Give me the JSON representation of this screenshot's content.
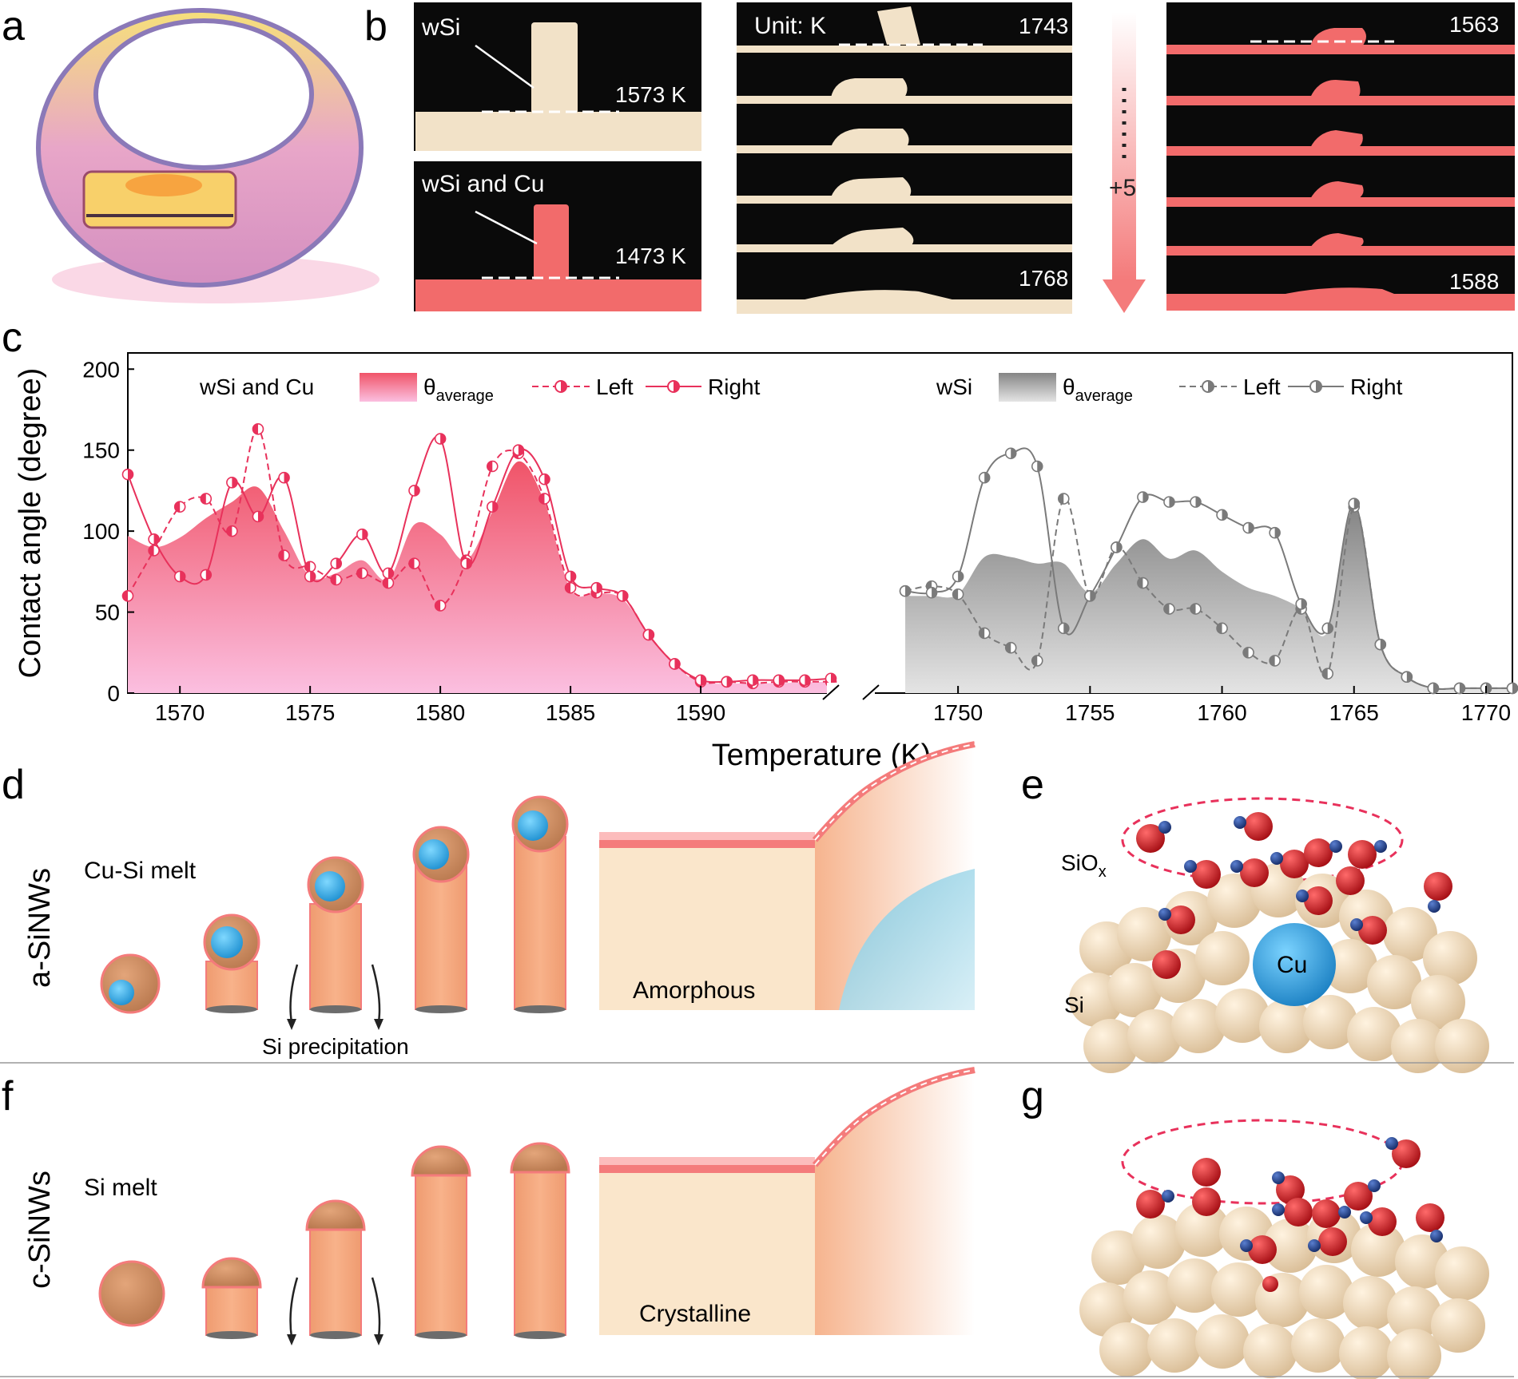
{
  "panels": {
    "a": "a",
    "b": "b",
    "c": "c",
    "d": "d",
    "e": "e",
    "f": "f",
    "g": "g"
  },
  "panel_b": {
    "frame1_label": "wSi",
    "frame1_temp": "1573 K",
    "frame2_label": "wSi and Cu",
    "frame2_temp": "1473 K",
    "unit_label": "Unit: K",
    "series1_top": "1743",
    "series1_bottom": "1768",
    "step_label": "+5",
    "series2_top": "1563",
    "series2_bottom": "1588"
  },
  "colors": {
    "cu_line": "#e8315b",
    "cu_fill_top": "#f06070",
    "cu_fill_bottom": "#fbb8dd",
    "wsi_line": "#7a7a7a",
    "wsi_fill_top": "#8a8a8a",
    "wsi_fill_bottom": "#e0e0e0",
    "droplet_cu": "#f26b6b",
    "droplet_wsi": "#f2e2c8",
    "frame_bg": "#0a0a0a",
    "nanowire": "#f4a67a",
    "cap": "#c98a5e",
    "cu_atom": "#33a8dc",
    "si_atom": "#efd9b8",
    "o_atom": "#d8141c",
    "h_atom": "#1e3f8a"
  },
  "chart_data": {
    "type": "line",
    "ylabel": "Contact angle (degree)",
    "xlabel": "Temperature (K)",
    "ylim": [
      0,
      210
    ],
    "yticks": [
      0,
      50,
      100,
      150,
      200
    ],
    "broken_x_axis": true,
    "segments": [
      {
        "xlim": [
          1568,
          1595
        ],
        "xticks": [
          1570,
          1575,
          1580,
          1585,
          1590
        ]
      },
      {
        "xlim": [
          1747,
          1771
        ],
        "xticks": [
          1750,
          1755,
          1760,
          1765,
          1770
        ]
      }
    ],
    "legends": [
      {
        "group": "wSi and Cu",
        "entries": [
          "θaverage",
          "Left",
          "Right"
        ]
      },
      {
        "group": "wSi",
        "entries": [
          "θaverage",
          "Left",
          "Right"
        ]
      }
    ],
    "series": [
      {
        "name": "wSi and Cu θaverage",
        "kind": "area",
        "x": [
          1568,
          1569,
          1570,
          1571,
          1572,
          1573,
          1574,
          1575,
          1576,
          1577,
          1578,
          1579,
          1580,
          1581,
          1582,
          1583,
          1584,
          1585,
          1586,
          1587,
          1588,
          1589,
          1590,
          1592,
          1595
        ],
        "y": [
          97,
          90,
          96,
          108,
          118,
          127,
          100,
          72,
          74,
          82,
          70,
          104,
          98,
          82,
          112,
          143,
          118,
          64,
          62,
          58,
          36,
          18,
          7,
          6,
          7
        ]
      },
      {
        "name": "wSi and Cu Left",
        "kind": "dashed",
        "x": [
          1568,
          1569,
          1570,
          1571,
          1572,
          1573,
          1574,
          1575,
          1576,
          1577,
          1578,
          1579,
          1580,
          1581,
          1582,
          1583,
          1584,
          1585,
          1586,
          1587,
          1588,
          1589,
          1590,
          1591,
          1592,
          1593,
          1594,
          1595
        ],
        "y": [
          60,
          88,
          115,
          120,
          100,
          163,
          85,
          78,
          70,
          74,
          68,
          80,
          54,
          82,
          140,
          148,
          120,
          65,
          62,
          60,
          36,
          18,
          7,
          7,
          6,
          7,
          7,
          7
        ]
      },
      {
        "name": "wSi and Cu Right",
        "kind": "solid",
        "x": [
          1568,
          1569,
          1570,
          1571,
          1572,
          1573,
          1574,
          1575,
          1576,
          1577,
          1578,
          1579,
          1580,
          1581,
          1582,
          1583,
          1584,
          1585,
          1586,
          1587,
          1588,
          1589,
          1590,
          1591,
          1592,
          1593,
          1594,
          1595
        ],
        "y": [
          135,
          95,
          72,
          73,
          130,
          109,
          133,
          72,
          80,
          98,
          74,
          125,
          157,
          80,
          115,
          150,
          132,
          72,
          65,
          60,
          36,
          18,
          8,
          7,
          8,
          8,
          8,
          9
        ]
      },
      {
        "name": "wSi θaverage",
        "kind": "area",
        "x": [
          1748,
          1749,
          1750,
          1751,
          1752,
          1753,
          1754,
          1755,
          1756,
          1757,
          1758,
          1759,
          1760,
          1761,
          1762,
          1763,
          1764,
          1765,
          1766,
          1767,
          1768,
          1769,
          1770,
          1771
        ],
        "y": [
          60,
          60,
          61,
          84,
          84,
          80,
          80,
          62,
          80,
          95,
          83,
          88,
          75,
          65,
          60,
          52,
          38,
          115,
          30,
          10,
          3,
          3,
          3,
          3
        ]
      },
      {
        "name": "wSi Left",
        "kind": "dashed",
        "x": [
          1748,
          1749,
          1750,
          1751,
          1752,
          1753,
          1754,
          1755,
          1756,
          1757,
          1758,
          1759,
          1760,
          1761,
          1762,
          1763,
          1764,
          1765,
          1766,
          1767,
          1768,
          1769,
          1770,
          1771
        ],
        "y": [
          63,
          66,
          61,
          37,
          28,
          20,
          120,
          60,
          90,
          68,
          52,
          52,
          40,
          25,
          20,
          52,
          12,
          115,
          30,
          10,
          3,
          3,
          3,
          3
        ]
      },
      {
        "name": "wSi Right",
        "kind": "solid",
        "x": [
          1748,
          1749,
          1750,
          1751,
          1752,
          1753,
          1754,
          1755,
          1756,
          1757,
          1758,
          1759,
          1760,
          1761,
          1762,
          1763,
          1764,
          1765,
          1766,
          1767,
          1768,
          1769,
          1770,
          1771
        ],
        "y": [
          63,
          62,
          72,
          133,
          148,
          140,
          40,
          60,
          90,
          121,
          118,
          118,
          110,
          102,
          99,
          55,
          40,
          117,
          30,
          10,
          3,
          3,
          3,
          3
        ]
      }
    ]
  },
  "panel_d": {
    "side_label": "a-SiNWs",
    "melt_label": "Cu-Si melt",
    "precip_label": "Si precipitation",
    "phase_label": "Amorphous"
  },
  "panel_e": {
    "siox_label": "SiO",
    "siox_sub": "x",
    "cu_label": "Cu",
    "si_label": "Si"
  },
  "panel_f": {
    "side_label": "c-SiNWs",
    "melt_label": "Si melt",
    "phase_label": "Crystalline"
  }
}
